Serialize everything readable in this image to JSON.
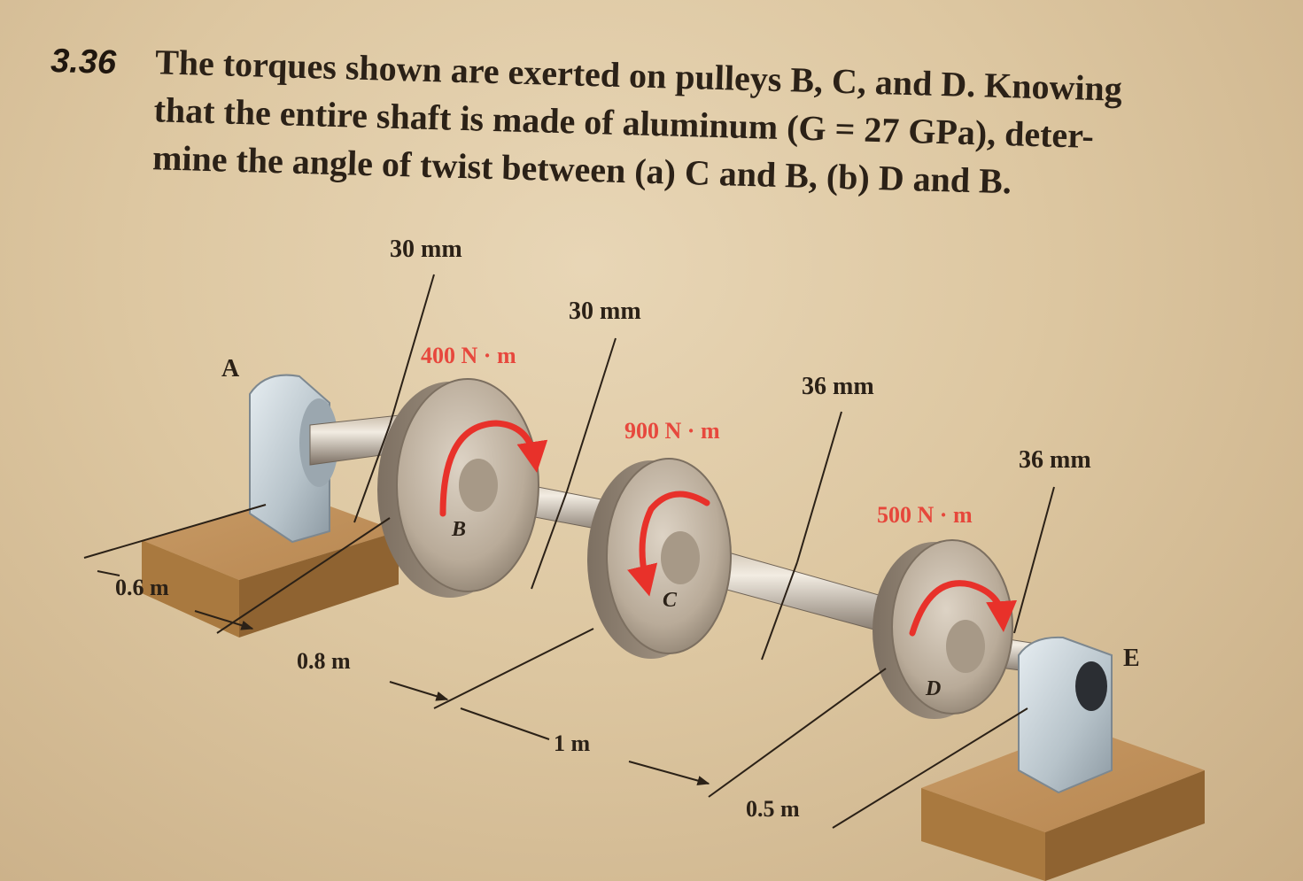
{
  "problem": {
    "number": "3.36",
    "lines": [
      "The torques shown are exerted on pulleys B, C, and D. Knowing",
      "that the entire shaft is made of aluminum (G = 27 GPa), deter-",
      "mine the angle of twist between (a) C and B, (b) D and B."
    ]
  },
  "figure": {
    "points": {
      "A": "A",
      "B": "B",
      "C": "C",
      "D": "D",
      "E": "E"
    },
    "torques": {
      "B": "400 N · m",
      "C": "900 N · m",
      "D": "500 N · m"
    },
    "diameters": {
      "AB": "30 mm",
      "BC": "30 mm",
      "CD": "36 mm",
      "DE": "36 mm"
    },
    "lengths": {
      "AB": "0.6 m",
      "BC": "0.8 m",
      "CD": "1 m",
      "DE": "0.5 m"
    },
    "colors": {
      "torque": "#e8312a",
      "ink": "#2b2117",
      "paper": "#e2cfad"
    }
  }
}
